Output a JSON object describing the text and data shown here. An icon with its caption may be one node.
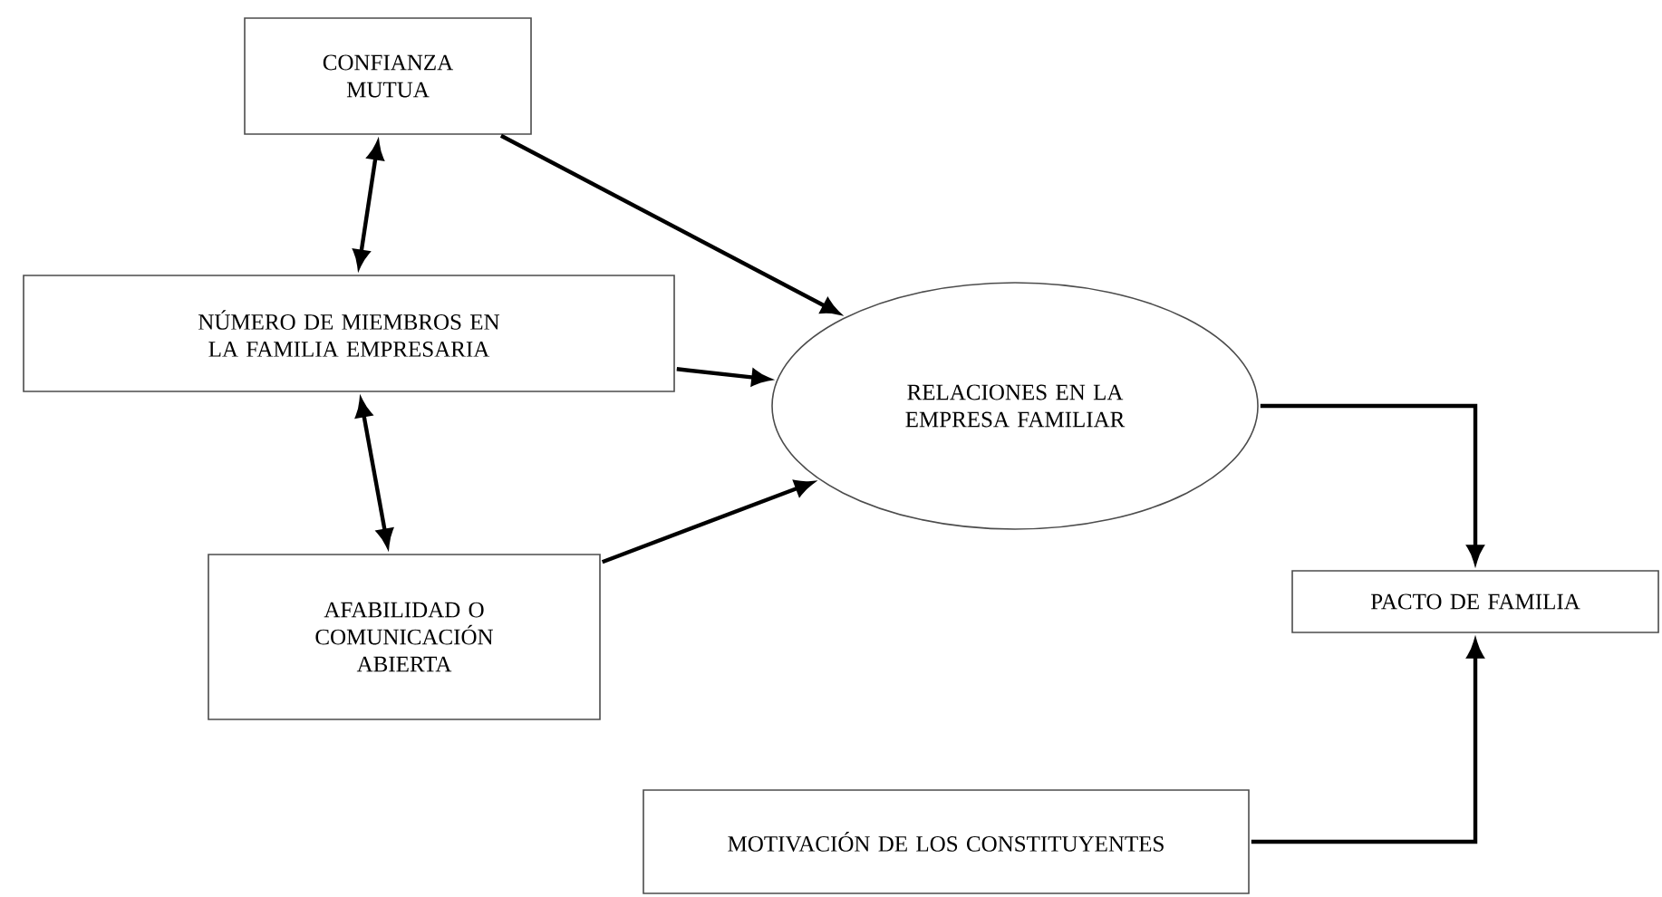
{
  "diagram": {
    "nodes": [
      {
        "text": [
          "CONFIANZA MUTUA"
        ]
      },
      {
        "text": [
          "NÚMERO DE MIEMBROS EN LA FAMILIA EMPRESARIA"
        ]
      },
      {
        "text": [
          "AFABILIDAD O COMUNICACIÓN ABIERTA"
        ]
      },
      {
        "text": [
          "RELACIONES EN LA EMPRESA FAMILIAR"
        ]
      },
      {
        "text": [
          "PACTO DE FAMILIA"
        ]
      },
      {
        "text": [
          "MOTIVACIÓN DE LOS CONSTITUYENTES"
        ]
      }
    ],
    "edges": [
      {
        "from": 0,
        "to": 1,
        "arrow": "both"
      },
      {
        "from": 1,
        "to": 2,
        "arrow": "both"
      },
      {
        "from": 0,
        "to": 3,
        "arrow": "to"
      },
      {
        "from": 1,
        "to": 3,
        "arrow": "to"
      },
      {
        "from": 2,
        "to": 3,
        "arrow": "to"
      },
      {
        "from": 3,
        "to": 4,
        "arrow": "to"
      },
      {
        "from": 5,
        "to": 4,
        "arrow": "to"
      }
    ]
  }
}
